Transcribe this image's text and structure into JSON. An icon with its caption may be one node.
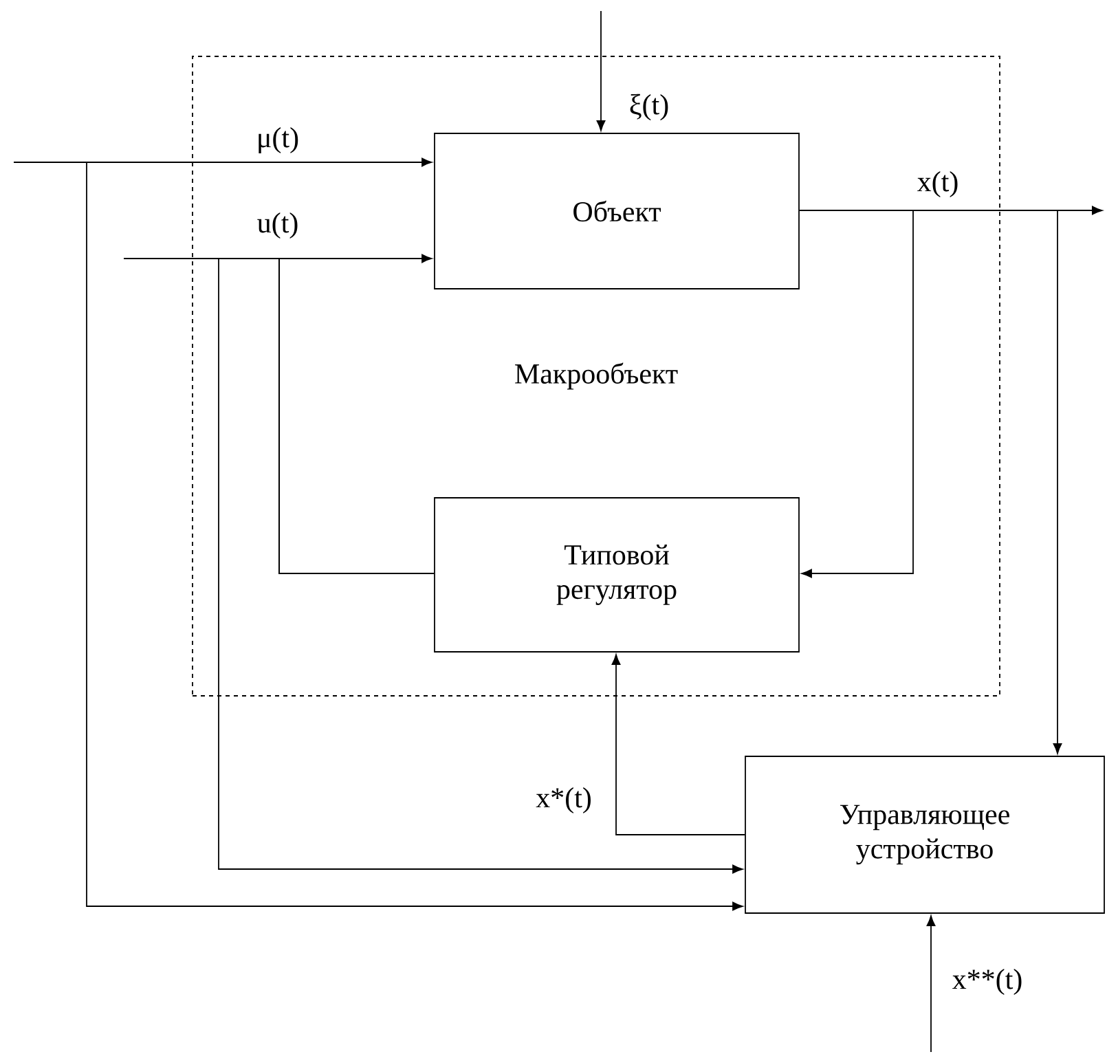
{
  "diagram": {
    "nodes": [
      {
        "text": [
          "Макрообъект"
        ]
      },
      {
        "text": [
          "Объект"
        ],
        "in": 0
      },
      {
        "text": [
          "Типовой регулятор"
        ],
        "in": 0
      },
      {
        "text": [
          "Управляющее устройство"
        ]
      }
    ],
    "edges": [
      {
        "from": null,
        "to": 1,
        "arrow": "to",
        "label": "ξ(t)"
      },
      {
        "from": null,
        "to": 1,
        "arrow": "to",
        "label": "μ(t)"
      },
      {
        "from": null,
        "to": 3,
        "arrow": "to"
      },
      {
        "from": 2,
        "to": 1,
        "arrow": "to",
        "label": "u(t)"
      },
      {
        "from": 2,
        "to": 3,
        "arrow": "to"
      },
      {
        "from": 1,
        "to": null,
        "arrow": "to",
        "label": "x(t)"
      },
      {
        "from": 1,
        "to": 2,
        "arrow": "to"
      },
      {
        "from": 1,
        "to": 3,
        "arrow": "to"
      },
      {
        "from": 3,
        "to": 2,
        "arrow": "to",
        "label": "x*(t)"
      },
      {
        "from": null,
        "to": 3,
        "arrow": "to",
        "label": "x**(t)"
      }
    ]
  }
}
